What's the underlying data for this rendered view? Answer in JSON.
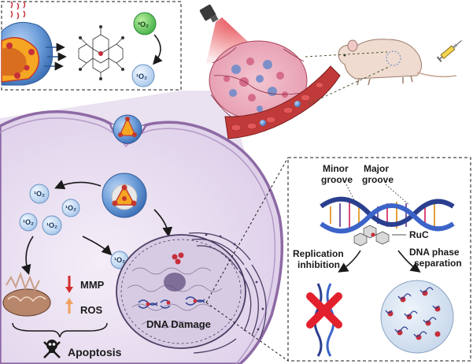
{
  "inset_topleft": {
    "o2_triplet": "³O₂",
    "o2_singlet": "¹O₂"
  },
  "cell": {
    "singlet_oxygen": "¹O₂",
    "mmp_label": "MMP",
    "ros_label": "ROS",
    "apoptosis_label": "Apoptosis",
    "dna_damage_label": "DNA Damage"
  },
  "inset_right": {
    "minor_groove": "Minor\ngroove",
    "major_groove": "Major\ngroove",
    "ruc_label": "RuC",
    "replication_label": "Replication\ninhibition",
    "phase_sep_label": "DNA phase\nseparation"
  },
  "colors": {
    "cell_fill": "#ece3f2",
    "membrane": "#8e6aa5",
    "nanoparticle_shell": "#5b8fd0",
    "nanoparticle_core": "#f5a623",
    "red_cross": "#e3212c",
    "laser_beam": "#d9282f",
    "dna_strand_a": "#2b3f8f",
    "dna_strand_b": "#3c64c8"
  }
}
